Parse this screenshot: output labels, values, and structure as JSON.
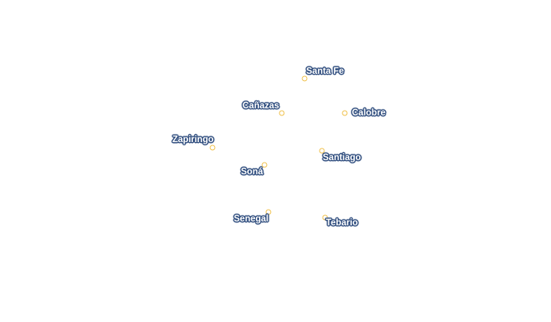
{
  "colors": {
    "marker_stroke": "#f0c04a",
    "label_halo": "#2f4d7e",
    "label_text": "#ffffff",
    "background": "#ffffff"
  },
  "places": [
    {
      "name": "Santa Fe"
    },
    {
      "name": "Cañazas"
    },
    {
      "name": "Calobre"
    },
    {
      "name": "Zapiringo"
    },
    {
      "name": "Santiago"
    },
    {
      "name": "Soná"
    },
    {
      "name": "Senegal"
    },
    {
      "name": "Tebario"
    }
  ]
}
